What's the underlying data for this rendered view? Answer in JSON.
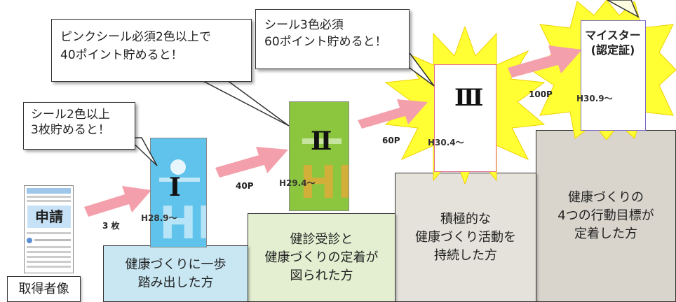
{
  "callouts": {
    "c1": "シール2色以上\n3枚貯めると！",
    "c2": "ピンクシール必須2色以上で\n40ポイント貯めると！",
    "c3": "シール3色必須\n60ポイント貯めると！"
  },
  "arrows": {
    "a1": "3 枚",
    "a2": "40P",
    "a3": "60P",
    "a4": "100P"
  },
  "cards": {
    "apply": "申請",
    "level1": {
      "roman": "Ⅰ",
      "era": "H28.9～",
      "hp": "HP"
    },
    "level2": {
      "roman": "Ⅱ",
      "era": "H29.4～",
      "hp": "HP"
    },
    "level3": {
      "roman": "Ⅲ",
      "era": "H30.4～"
    },
    "meister": {
      "title": "マイスター\n(認定証)",
      "era": "H30.9～"
    }
  },
  "steps": {
    "label": "取得者像",
    "s1": "健康づくりに一歩\n踏み出した方",
    "s2": "健診受診と\n健康づくりの定着が\n図られた方",
    "s3": "積極的な\n健康づくり活動を\n持続した方",
    "s4": "健康づくりの\n4つの行動目標が\n定着した方"
  },
  "colors": {
    "arrow": "#f4a0ac",
    "card1": "#5fc3ec",
    "card2": "#8cc63f",
    "step1": "#c9e7f3",
    "step2": "#e4efd1",
    "step3": "#e5e2db",
    "step4": "#d9d5cd",
    "burst": "#ffff33",
    "card3_border": "#e36a8f",
    "meister_border": "#7b68c9"
  }
}
